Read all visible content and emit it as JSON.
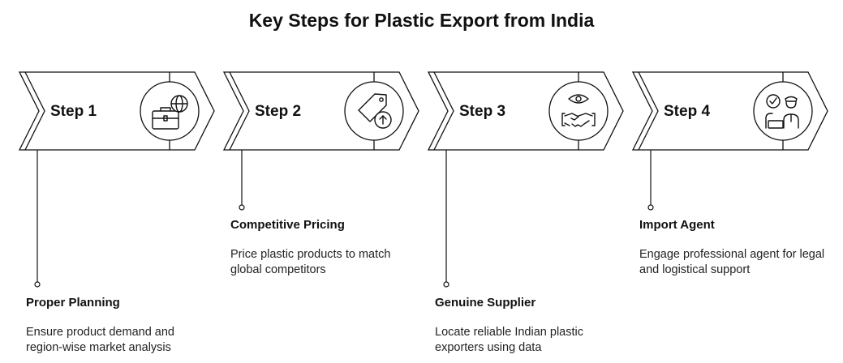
{
  "title": "Key Steps for Plastic Export from India",
  "steps": [
    {
      "label": "Step 1",
      "icon": "briefcase-globe-icon",
      "title": "Proper Planning",
      "description": "Ensure product demand and region-wise market analysis"
    },
    {
      "label": "Step 2",
      "icon": "price-tag-arrow-up-icon",
      "title": "Competitive Pricing",
      "description": "Price plastic products to match global competitors"
    },
    {
      "label": "Step 3",
      "icon": "handshake-eye-icon",
      "title": "Genuine Supplier",
      "description": "Locate reliable Indian plastic exporters using data"
    },
    {
      "label": "Step 4",
      "icon": "agent-check-icon",
      "title": "Import Agent",
      "description": "Engage professional agent for legal and logistical support"
    }
  ],
  "colors": {
    "stroke": "#111111",
    "fill": "#ffffff"
  }
}
